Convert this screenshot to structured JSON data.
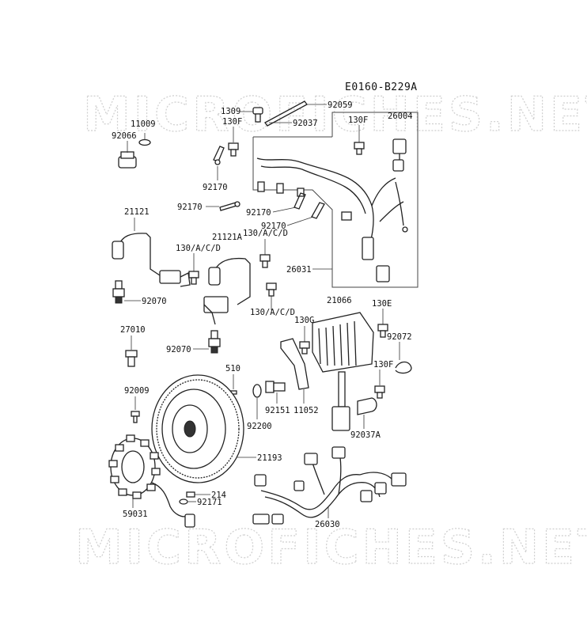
{
  "diagram_code": "E0160-B229A",
  "watermark": "MICROFICHES.NET",
  "labels": {
    "l_11009": "11009",
    "l_92066": "92066",
    "l_1309": "1309",
    "l_130F_a": "130F",
    "l_92059": "92059",
    "l_92037": "92037",
    "l_130F_b": "130F",
    "l_26004": "26004",
    "l_92170_a": "92170",
    "l_92170_b": "92170",
    "l_92170_c": "92170",
    "l_92170_d": "92170",
    "l_21121": "21121",
    "l_21121A": "21121A",
    "l_130ACD_a": "130/A/C/D",
    "l_130ACD_b": "130/A/C/D",
    "l_130ACD_c": "130/A/C/D",
    "l_26031": "26031",
    "l_92070_a": "92070",
    "l_92070_b": "92070",
    "l_21066": "21066",
    "l_130E": "130E",
    "l_130G": "130G",
    "l_92072": "92072",
    "l_27010": "27010",
    "l_130F_c": "130F",
    "l_510": "510",
    "l_92009": "92009",
    "l_92151": "92151",
    "l_11052": "11052",
    "l_92037A": "92037A",
    "l_92200": "92200",
    "l_21193": "21193",
    "l_214": "214",
    "l_92171": "92171",
    "l_59031": "59031",
    "l_26030": "26030"
  }
}
